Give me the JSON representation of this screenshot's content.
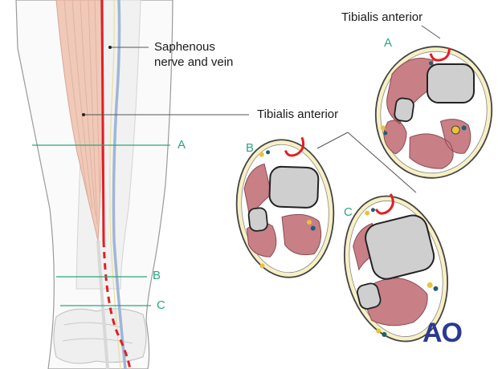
{
  "labels": {
    "saphenous": "Saphenous\nnerve and vein",
    "tibialis_leg": "Tibialis anterior",
    "tibialis_top": "Tibialis anterior",
    "section_a_leg": "A",
    "section_b_leg": "B",
    "section_c_leg": "C",
    "section_a_cross": "A",
    "section_b_cross": "B",
    "section_c_cross": "C"
  },
  "logo": {
    "text": "AO"
  },
  "colors": {
    "muscle": "#c97f86",
    "muscle_light": "#f0c9b8",
    "bone": "#c8c8c8",
    "skin_fat": "#f7f0c4",
    "nerve_line": "#e31e24",
    "level_line": "#2aa67a",
    "vein": "#9fb6d6",
    "artery": "#e8c33a",
    "vessel_dark": "#1f5f73",
    "logo": "#2b3990"
  }
}
